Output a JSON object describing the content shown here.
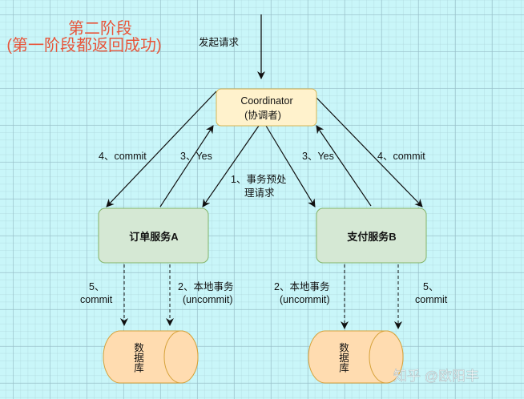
{
  "title": {
    "line1": "第二阶段",
    "line2": "(第一阶段都返回成功)"
  },
  "request_label": "发起请求",
  "coordinator": {
    "line1": "Coordinator",
    "line2": "(协调者)"
  },
  "service_a": "订单服务A",
  "service_b": "支付服务B",
  "edges": {
    "commit_a": "4、commit",
    "yes_a": "3、Yes",
    "prepare_line1": "1、事务预处",
    "prepare_line2": "理请求",
    "yes_b": "3、Yes",
    "commit_b": "4、commit"
  },
  "db_edges": {
    "a_commit_line1": "5、",
    "a_commit_line2": "commit",
    "a_local_line1": "2、本地事务",
    "a_local_line2": "(uncommit)",
    "b_local_line1": "2、本地事务",
    "b_local_line2": "(uncommit)",
    "b_commit_line1": "5、",
    "b_commit_line2": "commit"
  },
  "db_a": "数据库",
  "db_b": "数据库",
  "watermark": "知乎 @欧阳丰",
  "colors": {
    "title": "#e8553a",
    "coordinator_fill": "#fff2cc",
    "service_fill": "#d5e8d4",
    "db_fill": "#ffdcb0"
  }
}
